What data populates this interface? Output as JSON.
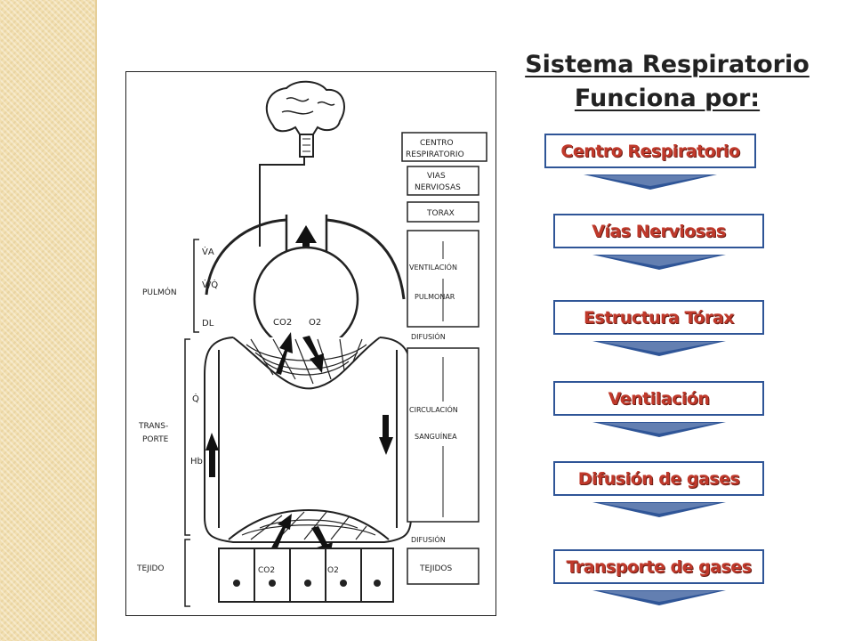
{
  "title_line1": "Sistema Respiratorio",
  "title_line2": "Funciona por:",
  "steps": [
    {
      "label": "Centro Respiratorio"
    },
    {
      "label": "Vías Nerviosas"
    },
    {
      "label": "Estructura Tórax"
    },
    {
      "label": "Ventilación"
    },
    {
      "label": "Difusión de gases"
    },
    {
      "label": "Transporte de gases"
    }
  ],
  "diagram": {
    "box_centro_1": "CENTRO",
    "box_centro_2": "RESPIRATORIO",
    "box_vias_1": "VIAS",
    "box_vias_2": "NERVIOSAS",
    "box_torax": "TORAX",
    "ventilacion": "VENTILACIÓN",
    "pulmonar": "PULMONAR",
    "difusion_1": "DIFUSIÓN",
    "circulacion": "CIRCULACIÓN",
    "sanguinea": "SANGUÍNEA",
    "difusion_2": "DIFUSIÓN",
    "tejidos": "TEJIDOS",
    "pulmon": "PULMÓN",
    "trans": "TRANS-",
    "porte": "PORTE",
    "tejido": "TEJIDO",
    "va": "V̇A",
    "vq": "V̇/Q̇",
    "dl": "DL",
    "q": "Q̇",
    "hb": "Hb",
    "co2": "CO2",
    "o2": "O2"
  },
  "colors": {
    "box_border": "#2f5597",
    "label_text": "#c0392b",
    "arrow": "#2f5597"
  }
}
